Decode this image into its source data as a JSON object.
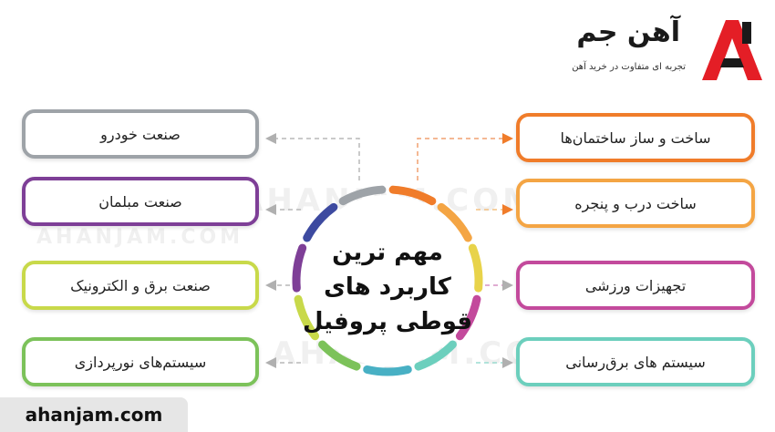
{
  "brand": {
    "name": "آهن جم",
    "tagline": "تجربه ای متفاوت در خرید آهن",
    "colors": {
      "primary": "#e41e26",
      "dark": "#1a1a1a"
    }
  },
  "center": {
    "lines": [
      "مهم ترین",
      "کاربرد های",
      "قوطی پروفیل"
    ]
  },
  "left_items": [
    {
      "label": "صنعت خودرو",
      "color": "#9ea3a8"
    },
    {
      "label": "صنعت مبلمان",
      "color": "#7e3f97"
    },
    {
      "label": "صنعت برق و الکترونیک",
      "color": "#c8d94a"
    },
    {
      "label": "سیستم‌های نورپردازی",
      "color": "#7cc25a"
    }
  ],
  "right_items": [
    {
      "label": "ساخت و ساز ساختمان‌ها",
      "color": "#f07c2a"
    },
    {
      "label": "ساخت درب و پنجره",
      "color": "#f4a544"
    },
    {
      "label": "تجهیزات ورزشی",
      "color": "#c34a9c"
    },
    {
      "label": "سیستم های برق‌رسانی",
      "color": "#6ccfbd"
    }
  ],
  "ring_colors": [
    "#f07c2a",
    "#f4a544",
    "#e8d34a",
    "#c34a9c",
    "#6ccfbd",
    "#48b0c4",
    "#7cc25a",
    "#c8d94a",
    "#7e3f97",
    "#3d4aa0",
    "#9ea3a8"
  ],
  "watermarks": [
    "AHANJAM.COM",
    "AHANJAM.COM",
    "AHANJAM.COM"
  ],
  "site": "ahanjam.com"
}
